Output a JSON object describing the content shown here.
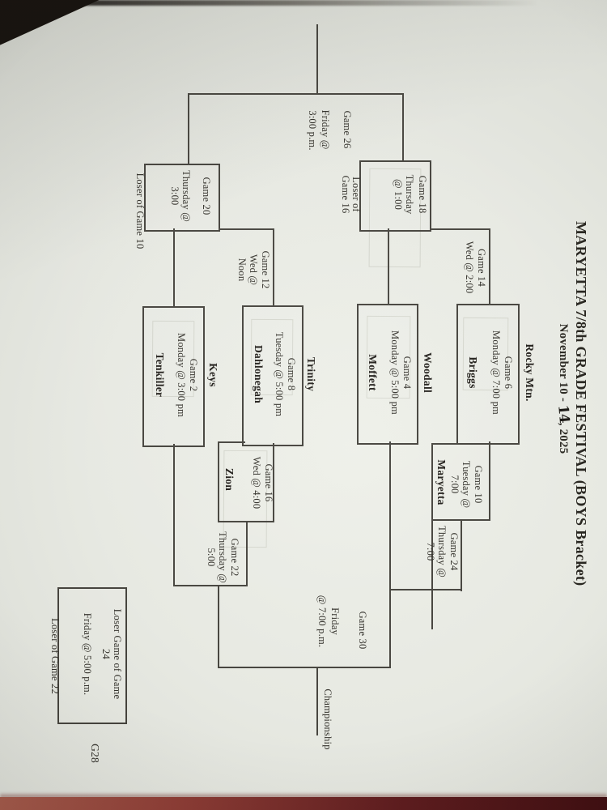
{
  "title": {
    "line1": "MARYETTA 7/8th GRADE FESTIVAL (BOYS Bracket)",
    "line2_prefix": "November 10 - ",
    "line2_day": "14",
    "line2_suffix": ", 2025"
  },
  "teams": {
    "rocky_mtn": "Rocky Mtn.",
    "briggs": "Briggs",
    "woodall": "Woodall",
    "moffett": "Moffett",
    "trinity": "Trinity",
    "dahlonegah": "Dahlonegah",
    "keys": "Keys",
    "tenkiller": "Tenkiller",
    "maryetta": "Maryetta",
    "zion": "Zion"
  },
  "games": {
    "g2": {
      "name": "Game 2",
      "time": "Monday @ 3:00 pm"
    },
    "g4": {
      "name": "Game 4",
      "time": "Monday @ 5:00 pm"
    },
    "g6": {
      "name": "Game 6",
      "time": "Monday @ 7:00 pm"
    },
    "g8": {
      "name": "Game 8",
      "time": "Tuesday @ 5:00 pm"
    },
    "g10": {
      "name": "Game 10",
      "day": "Tuesday @",
      "time": "7:00"
    },
    "g12": {
      "name": "Game 12",
      "day": "Wed @",
      "time": "Noon"
    },
    "g14": {
      "name": "Game 14",
      "time": "Wed @ 2:00"
    },
    "g16": {
      "name": "Game 16",
      "time": "Wed @ 4:00"
    },
    "g18": {
      "name": "Game 18",
      "day": "Thursday",
      "time": "@ 1:00",
      "feeder_line1": "Loser of",
      "feeder_line2": "Game 16"
    },
    "g20": {
      "name": "Game 20",
      "day": "Thursday @",
      "time": "3:00",
      "feeder": "Loser of Game 10"
    },
    "g22": {
      "name": "Game 22",
      "day": "Thursday @",
      "time": "5:00"
    },
    "g24": {
      "name": "Game 24",
      "day": "Thursday @",
      "time": "7:00"
    },
    "g26": {
      "name": "Game 26",
      "day": "Friday @",
      "time": "3:00 p.m."
    },
    "g28": {
      "tag": "G28",
      "box_line1": "Loser Game of Game",
      "box_line2": "24",
      "box_line3": "Friday @ 5:00 p.m.",
      "feeder": "Loser of Game 22"
    },
    "g30": {
      "name": "Game 30",
      "day": "Friday",
      "time": "@ 7:00 p.m.",
      "result": "Championship"
    }
  },
  "colors": {
    "paper": "#e7e9e2",
    "ink": "#2f2d28",
    "bracket_line": "#45433d",
    "table_edge": "#6e2a28"
  }
}
